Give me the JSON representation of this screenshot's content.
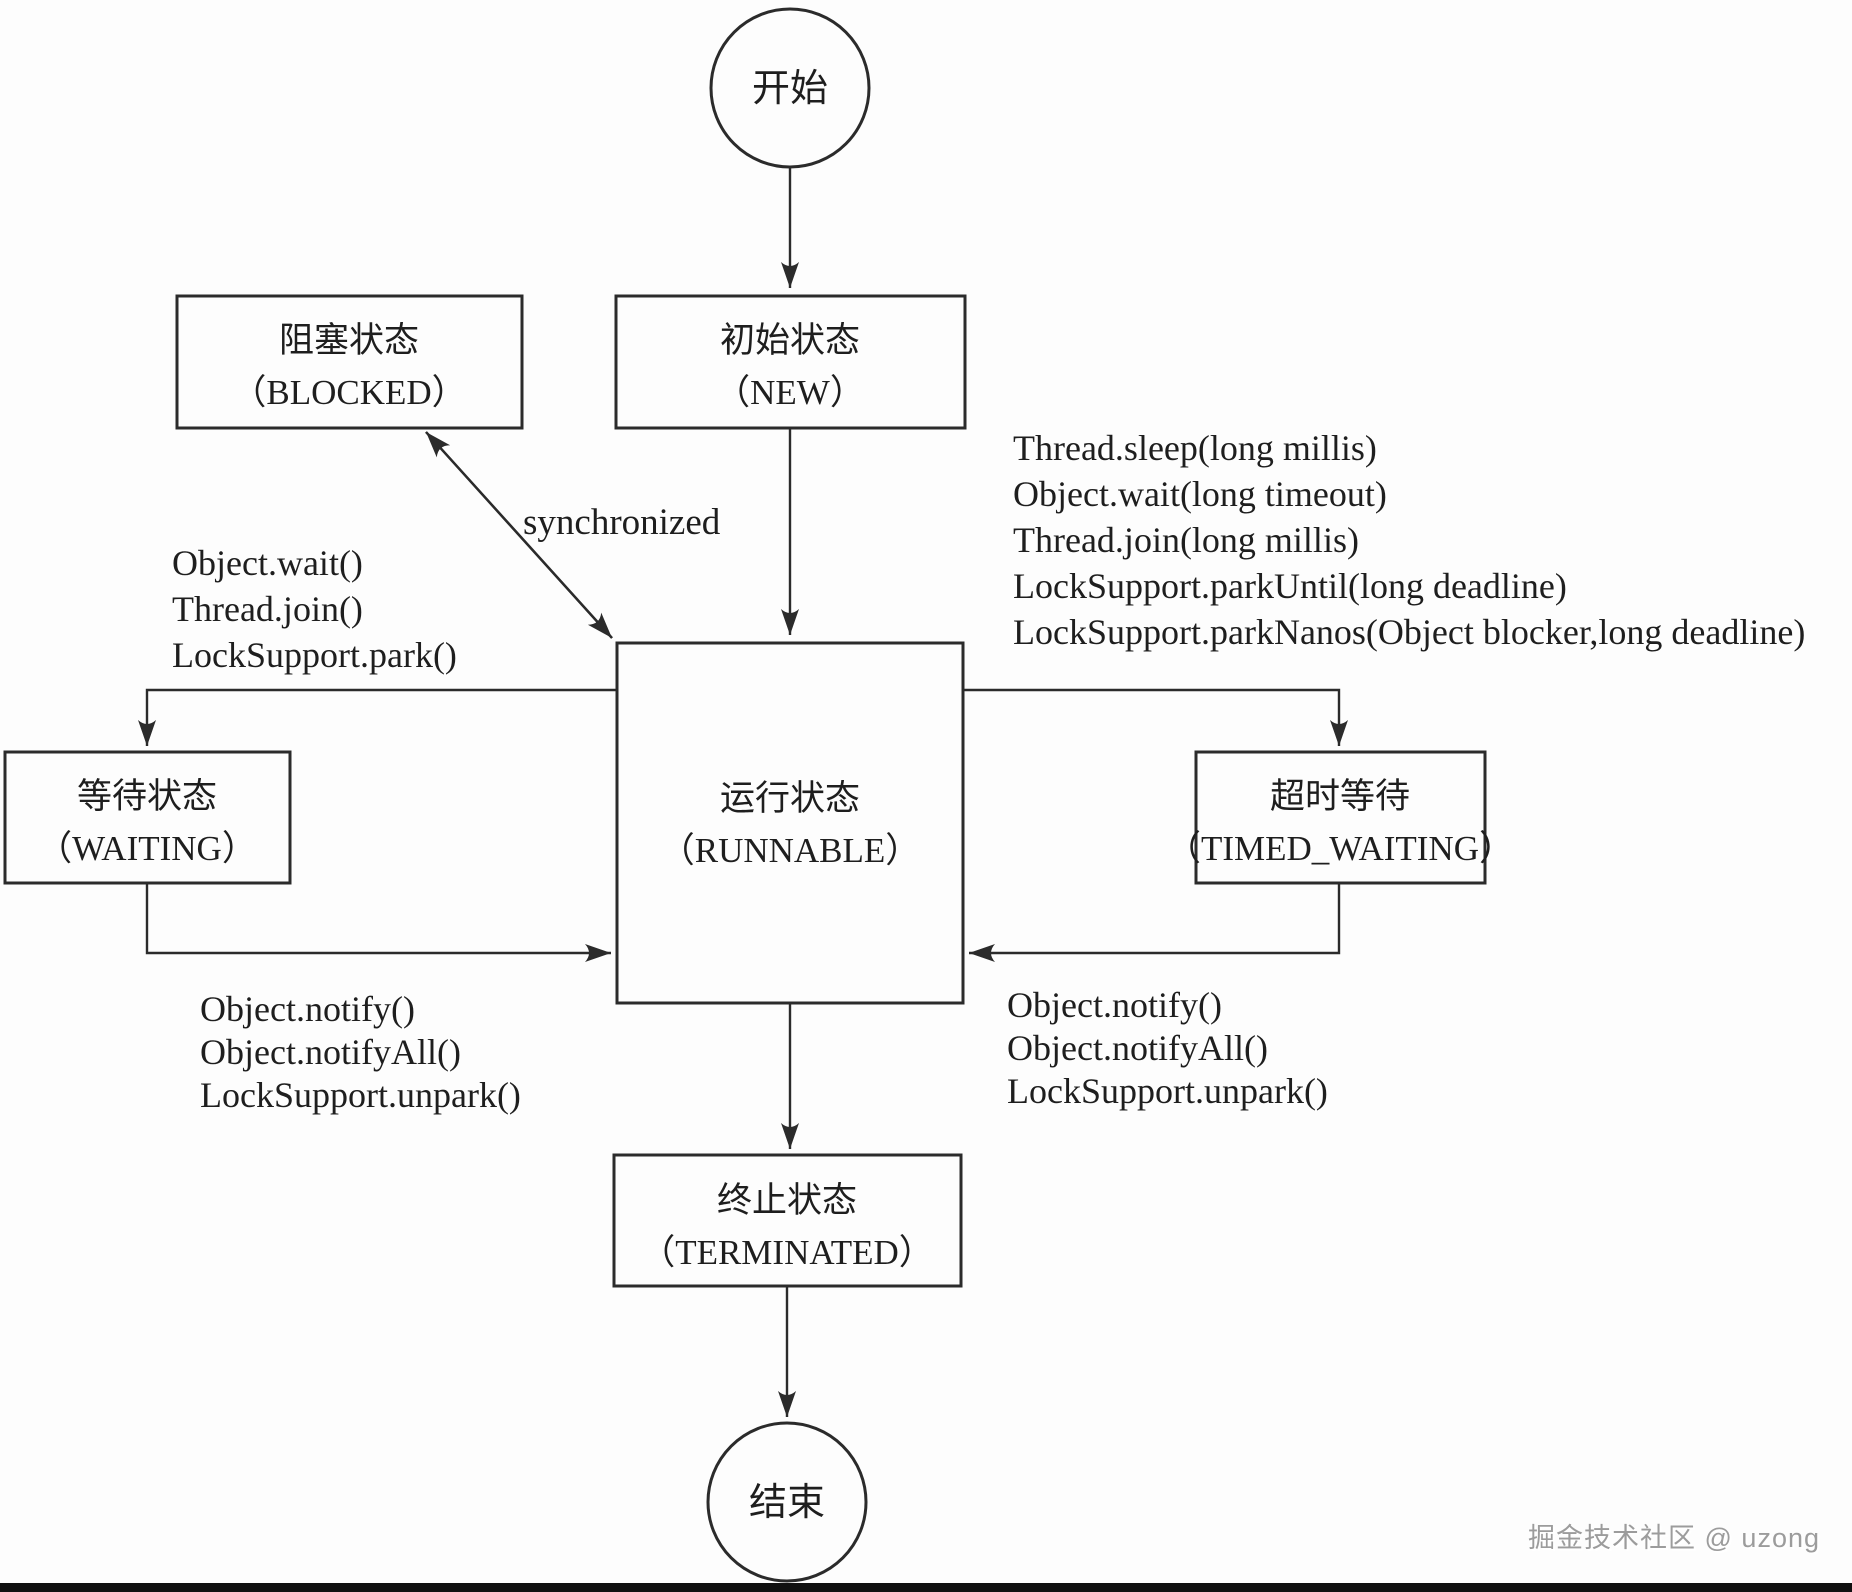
{
  "nodes": {
    "start": {
      "label": "开始"
    },
    "new": {
      "line1": "初始状态",
      "line2": "（NEW）"
    },
    "blocked": {
      "line1": "阻塞状态",
      "line2": "（BLOCKED）"
    },
    "runnable": {
      "line1": "运行状态",
      "line2": "（RUNNABLE）"
    },
    "waiting": {
      "line1": "等待状态",
      "line2": "（WAITING）"
    },
    "timed_waiting": {
      "line1": "超时等待",
      "line2": "（TIMED_WAITING）"
    },
    "terminated": {
      "line1": "终止状态",
      "line2": "（TERMINATED）"
    },
    "end": {
      "label": "结束"
    }
  },
  "edge_labels": {
    "synchronized": "synchronized",
    "to_waiting": [
      "Object.wait()",
      "Thread.join()",
      "LockSupport.park()"
    ],
    "to_timed_waiting": [
      "Thread.sleep(long millis)",
      "Object.wait(long timeout)",
      "Thread.join(long millis)",
      "LockSupport.parkUntil(long deadline)",
      "LockSupport.parkNanos(Object blocker,long deadline)"
    ],
    "from_waiting": [
      "Object.notify()",
      "Object.notifyAll()",
      "LockSupport.unpark()"
    ],
    "from_timed_waiting": [
      "Object.notify()",
      "Object.notifyAll()",
      "LockSupport.unpark()"
    ]
  },
  "watermark": {
    "text": "掘金技术社区 @ uzong"
  },
  "colors": {
    "stroke": "#2b2b2b",
    "text": "#1e1e1e",
    "background": "#fdfdfd",
    "watermark": "#9c9c9c",
    "bottom_bar": "#101010"
  }
}
